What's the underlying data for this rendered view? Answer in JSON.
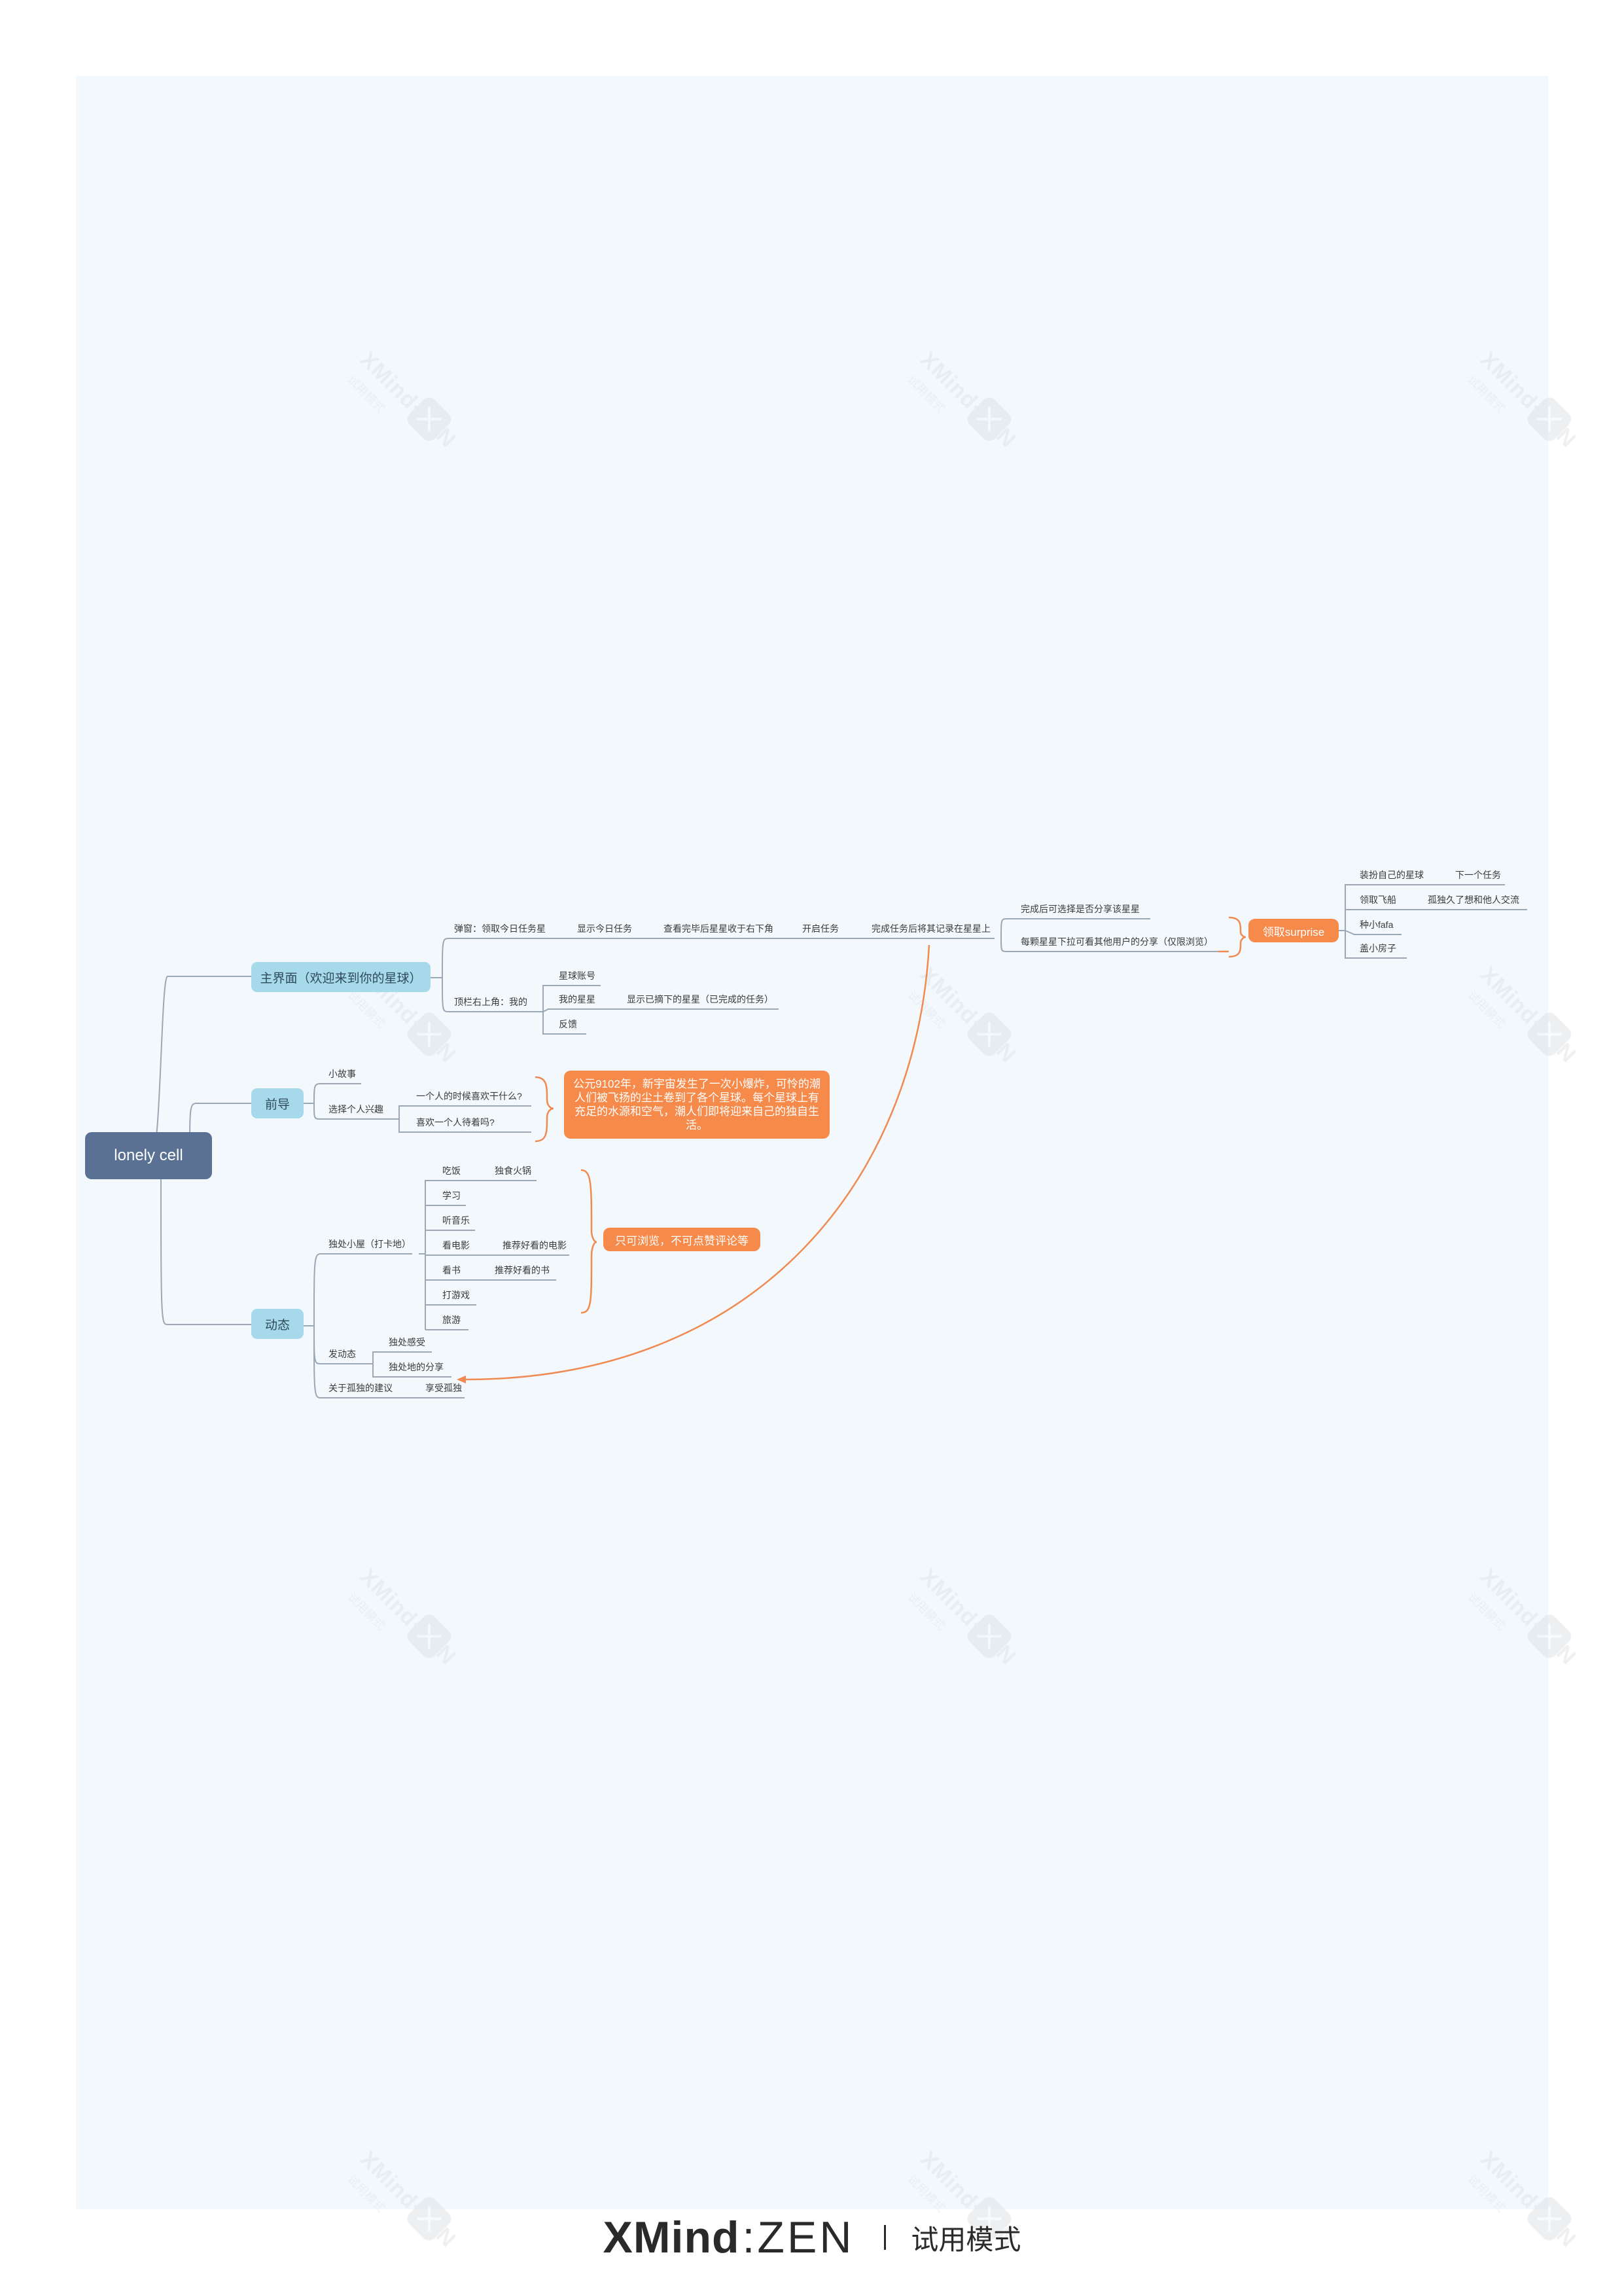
{
  "colors": {
    "root": "#5b7193",
    "main_topic": "#a6d9ea",
    "callout": "#f58a4a",
    "line": "#9aa7b4",
    "orange_line": "#ef8b52",
    "canvas": "#f3f8fc"
  },
  "root": {
    "label": "lonely cell"
  },
  "branches": {
    "main_ui": {
      "label": "主界面（欢迎来到你的星球）",
      "popup": "弹窗：领取今日任务星",
      "show_task": "显示今日任务",
      "view_collapse": "查看完毕后星星收于右下角",
      "start_task": "开启任务",
      "record": "完成任务后将其记录在星星上",
      "share_choice": "完成后可选择是否分享该星星",
      "browse_others": "每颗星星下拉可看其他用户的分享（仅限浏览）",
      "surprise": "领取surprise",
      "decorate": "装扮自己的星球",
      "next_task": "下一个任务",
      "ship": "领取飞船",
      "talk": "孤独久了想和他人交流",
      "plant": "种小fafa",
      "house": "盖小房子",
      "topbar": "顶栏右上角：我的",
      "account": "星球账号",
      "my_stars": "我的星星",
      "picked": "显示已摘下的星星（已完成的任务）",
      "feedback": "反馈"
    },
    "guide": {
      "label": "前导",
      "story": "小故事",
      "choose": "选择个人兴趣",
      "q1": "一个人的时候喜欢干什么?",
      "q2": "喜欢一个人待着吗?",
      "callout": "公元9102年，新宇宙发生了一次小爆炸，可怜的潮人们被飞扬的尘土卷到了各个星球。每个星球上有充足的水源和空气，潮人们即将迎来自己的独自生活。"
    },
    "feed": {
      "label": "动态",
      "house": "独处小屋（打卡地）",
      "eat": "吃饭",
      "hotpot": "独食火锅",
      "study": "学习",
      "music": "听音乐",
      "movie": "看电影",
      "movie_rec": "推荐好看的电影",
      "book": "看书",
      "book_rec": "推荐好看的书",
      "game": "打游戏",
      "travel": "旅游",
      "callout": "只可浏览，不可点赞评论等",
      "post": "发动态",
      "feeling": "独处感受",
      "share": "独处地的分享",
      "advice": "关于孤独的建议",
      "enjoy": "享受孤独"
    }
  },
  "watermark": {
    "title": "XMind·ZEN",
    "sub": "试用模式"
  },
  "footer": {
    "brand": "XMind",
    "zen": "ZEN",
    "mode": "试用模式"
  }
}
